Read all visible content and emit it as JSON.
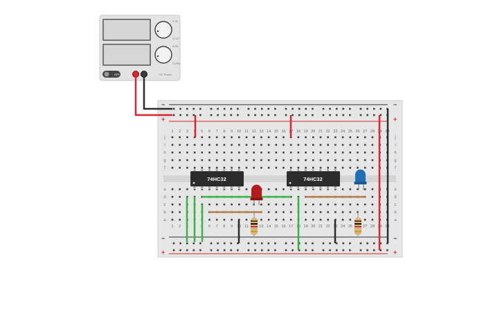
{
  "power_supply": {
    "switch_label": "OFF",
    "knob1_labels": {
      "top": "0-30",
      "right": "VOLT"
    },
    "knob2_labels": {
      "top": "0-5A",
      "right": "CURR"
    },
    "brand": "DC Power",
    "terminal_colors": {
      "positive": "#d9262c",
      "negative": "#3a3a3a"
    }
  },
  "breadboard": {
    "columns": 30,
    "row_letters_top": [
      "j",
      "i",
      "h",
      "g",
      "f"
    ],
    "row_letters_bottom": [
      "e",
      "d",
      "c",
      "b",
      "a"
    ],
    "rail_plus": "+",
    "rail_minus": "−"
  },
  "chips": [
    {
      "label": "74HC32"
    },
    {
      "label": "74HC32"
    }
  ],
  "leds": [
    {
      "color_name": "red",
      "color": "#b3191d"
    },
    {
      "color_name": "blue",
      "color": "#1f6fb2"
    }
  ],
  "colors": {
    "wire_red": "#d9262c",
    "wire_black": "#2b2b2b",
    "wire_green": "#35b544",
    "wire_brown": "#b17b4a",
    "board": "#e6e6e6",
    "chip": "#2c2c2c"
  }
}
